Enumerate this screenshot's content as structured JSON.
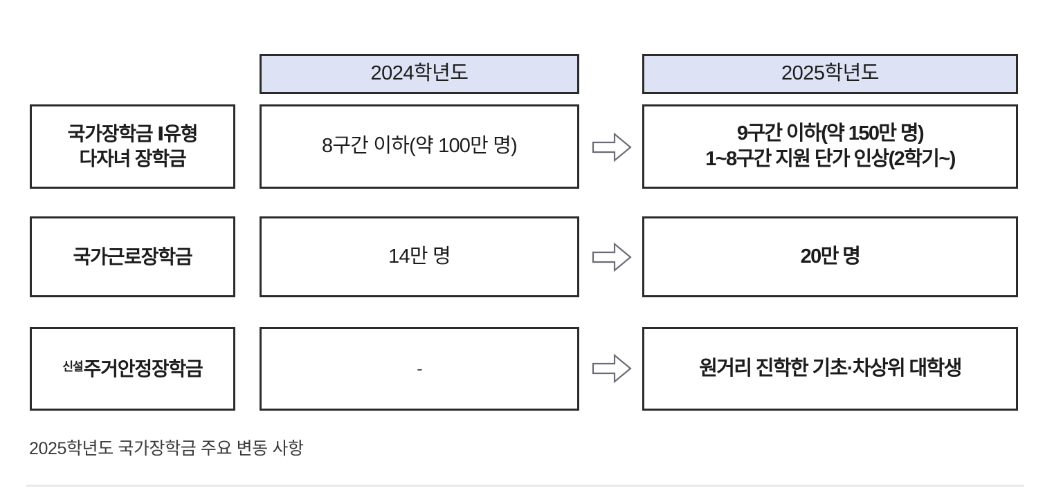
{
  "diagram": {
    "title": "2025학년도 국가장학금 주요 변동 사항",
    "columns": {
      "label_header": "",
      "before_header": "2024학년도",
      "after_header": "2025학년도"
    },
    "arrow_icon": "right-arrow-icon",
    "rows": [
      {
        "label": {
          "badge": "",
          "line1": "국가장학금 Ⅰ유형",
          "line2": "다자녀 장학금"
        },
        "before": {
          "line1": "8구간 이하(약 100만 명)",
          "line2": ""
        },
        "after": {
          "line1": "9구간 이하(약 150만 명)",
          "line2": "1~8구간 지원 단가 인상(2학기~)"
        }
      },
      {
        "label": {
          "badge": "",
          "line1": "국가근로장학금",
          "line2": ""
        },
        "before": {
          "line1": "14만 명",
          "line2": ""
        },
        "after": {
          "line1": "20만 명",
          "line2": ""
        }
      },
      {
        "label": {
          "badge": "신설",
          "line1": "주거안정장학금",
          "line2": ""
        },
        "before": {
          "line1": "-",
          "line2": ""
        },
        "after": {
          "line1": "원거리 진학한 기초·차상위 대학생",
          "line2": ""
        }
      }
    ],
    "colors": {
      "header_fill": "#dde3f5",
      "border": "#2b2b2b",
      "divider": "#e8e8e8",
      "caption_text": "#3a3a3a"
    }
  }
}
